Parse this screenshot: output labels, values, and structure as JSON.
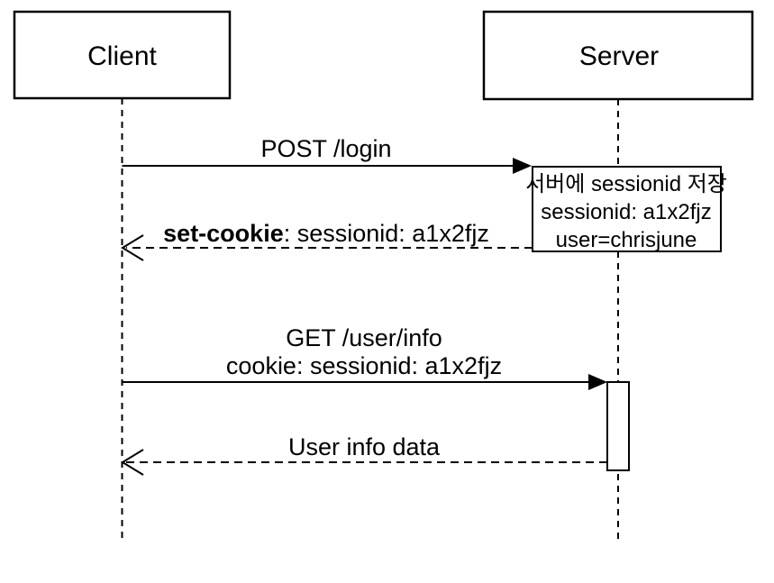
{
  "actors": [
    {
      "label": "Client"
    },
    {
      "label": "Server"
    }
  ],
  "messages": [
    {
      "label": "POST /login",
      "type": "request"
    },
    {
      "label_bold": "set-cookie",
      "label_rest": ": sessionid: a1x2fjz",
      "type": "response"
    },
    {
      "line1": "GET /user/info",
      "line2": "cookie: sessionid: a1x2fjz",
      "type": "request"
    },
    {
      "label": "User info data",
      "type": "response"
    }
  ],
  "note": {
    "line1": "서버에 sessionid 저장",
    "line2": "sessionid: a1x2fjz",
    "line3": "user=chrisjune"
  },
  "colors": {
    "stroke": "#000000",
    "fill": "#ffffff",
    "text": "#000000"
  }
}
